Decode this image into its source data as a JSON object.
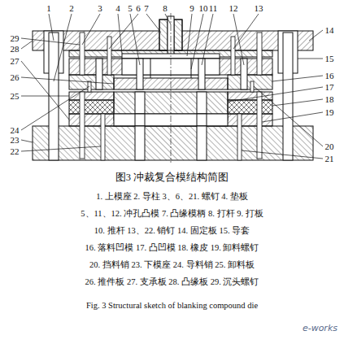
{
  "diagram": {
    "caption": "图3 冲裁复合模结构简图",
    "labels": [
      "1",
      "2",
      "3",
      "4",
      "5",
      "6",
      "7",
      "8",
      "9",
      "10",
      "11",
      "12",
      "13",
      "14",
      "15",
      "16",
      "17",
      "18",
      "19",
      "20",
      "21",
      "22",
      "23",
      "24",
      "25",
      "26",
      "27",
      "28",
      "29",
      "1. 上模座 2. 导柱 3、6、21. 螺钉 4. 垫板",
      "5、11、12. 冲孔凸模 7. 凸缘模柄 8. 打杆 9. 打板",
      "10. 推杆 13、22. 销钉 14. 固定板 15. 导套",
      "16. 落料凹模 17. 凸凹模 18. 橡皮 19. 卸料螺钉",
      "20. 挡料销 23. 下模座 24. 导料销 25. 卸料板",
      "26. 推件板 27. 支承板 28. 凸缘板 29. 沉头螺钉",
      "Fig. 3 Structural sketch of blanking compound die",
      "e-works"
    ]
  }
}
